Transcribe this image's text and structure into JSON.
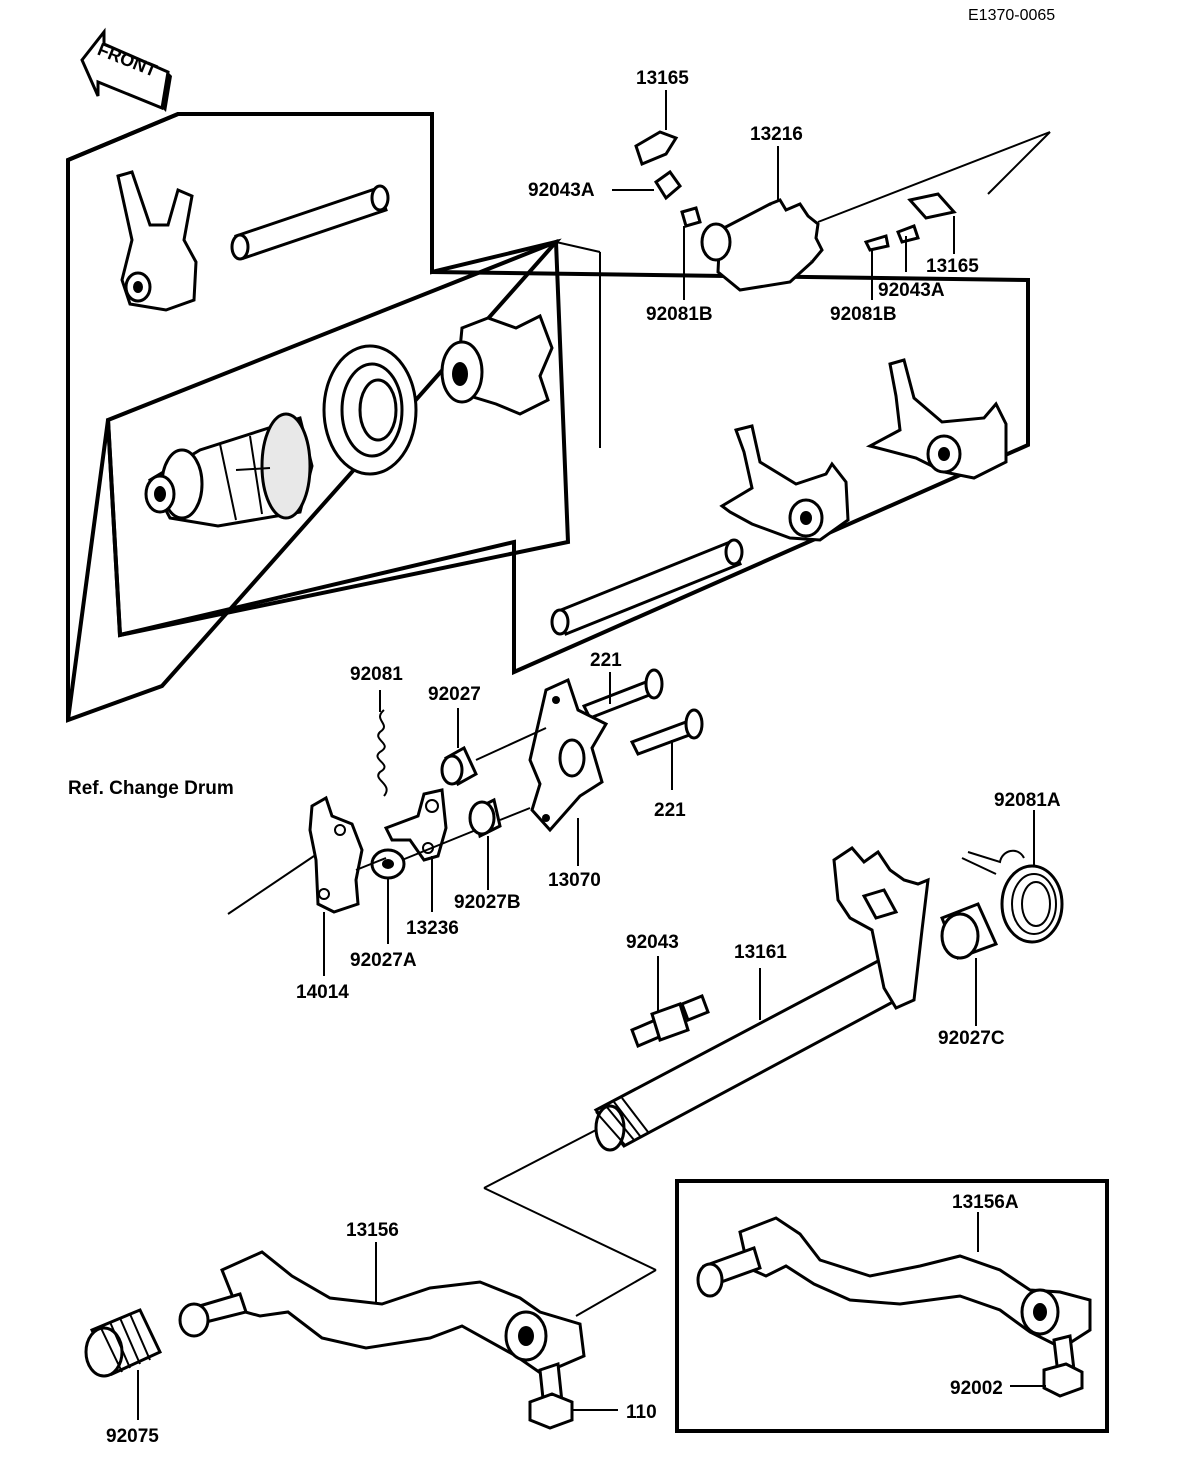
{
  "diagram_code": "E1370-0065",
  "front_label": "FRONT",
  "ref_label": "Ref.  Change Drum",
  "parts": {
    "p13165_top": "13165",
    "p13216": "13216",
    "p92043A_left": "92043A",
    "p92081B_left": "92081B",
    "p13165_right": "13165",
    "p92043A_right": "92043A",
    "p92081B_right": "92081B",
    "p92081": "92081",
    "p92027": "92027",
    "p221_top": "221",
    "p221_bottom": "221",
    "p13070": "13070",
    "p92027B": "92027B",
    "p13236": "13236",
    "p92027A": "92027A",
    "p14014": "14014",
    "p92081A": "92081A",
    "p92043": "92043",
    "p13161": "13161",
    "p92027C": "92027C",
    "p13156": "13156",
    "p13156A": "13156A",
    "p92002": "92002",
    "p92075": "92075",
    "p110": "110"
  }
}
